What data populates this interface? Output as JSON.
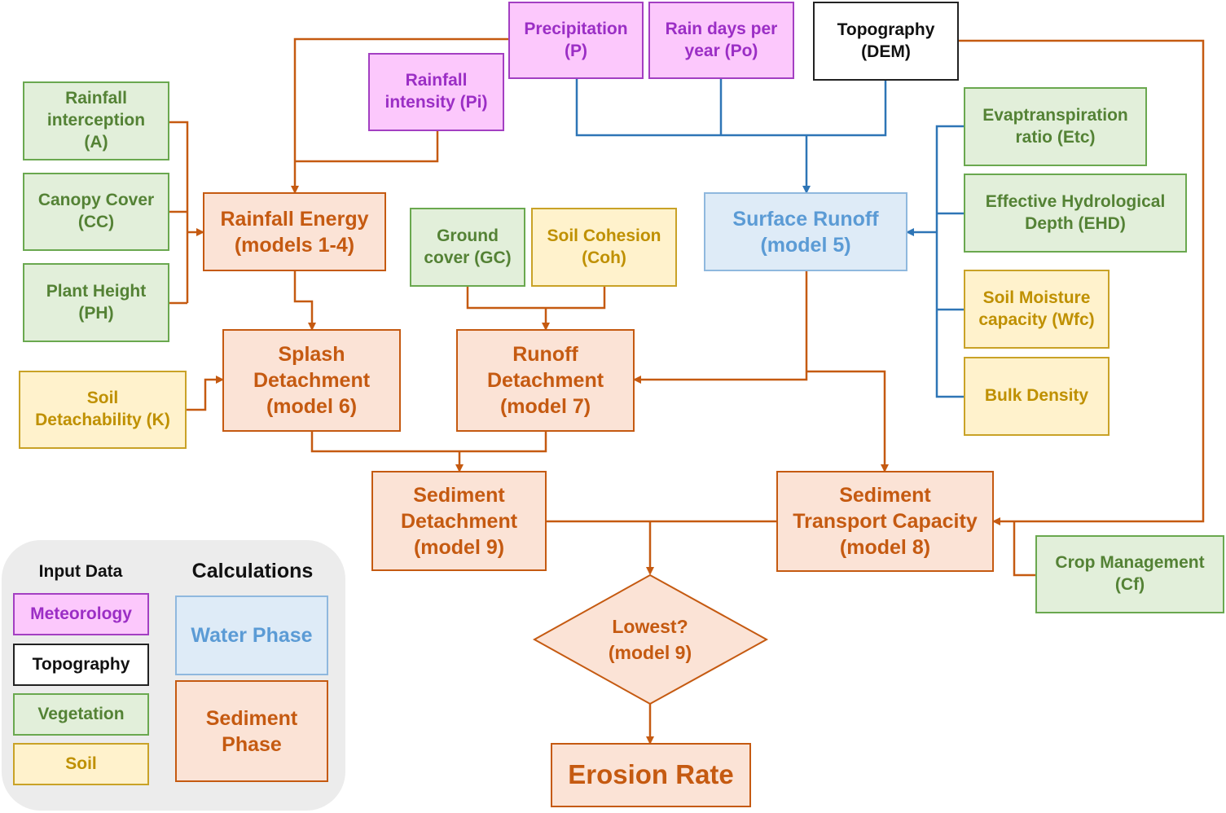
{
  "nodes": {
    "precipitation": "Precipitation\n(P)",
    "rain_days": "Rain days per\nyear (Po)",
    "topography": "Topography\n(DEM)",
    "rainfall_intensity": "Rainfall\nintensity (Pi)",
    "rainfall_interception": "Rainfall\ninterception\n(A)",
    "canopy_cover": "Canopy Cover\n(CC)",
    "plant_height": "Plant Height\n(PH)",
    "soil_detachability": "Soil\nDetachability (K)",
    "rainfall_energy": "Rainfall Energy\n(models 1-4)",
    "ground_cover": "Ground\ncover (GC)",
    "soil_cohesion": "Soil Cohesion\n(Coh)",
    "surface_runoff": "Surface Runoff\n(model 5)",
    "evapotranspiration": "Evaptranspiration\nratio (Etc)",
    "effective_hydrological_depth": "Effective Hydrological\nDepth (EHD)",
    "soil_moisture": "Soil Moisture\ncapacity (Wfc)",
    "bulk_density": "Bulk Density",
    "splash_detachment": "Splash\nDetachment\n(model 6)",
    "runoff_detachment": "Runoff\nDetachment\n(model 7)",
    "sediment_detachment": "Sediment\nDetachment\n(model 9)",
    "sediment_transport": "Sediment\nTransport Capacity\n(model 8)",
    "crop_management": "Crop Management\n(Cf)",
    "lowest": "Lowest?\n(model 9)",
    "erosion_rate": "Erosion Rate"
  },
  "legend": {
    "input_header": "Input Data",
    "calc_header": "Calculations",
    "meteorology": "Meteorology",
    "topography": "Topography",
    "vegetation": "Vegetation",
    "soil": "Soil",
    "water_phase": "Water Phase",
    "sediment_phase": "Sediment\nPhase"
  },
  "colors": {
    "meteorology_fill": "#fcc8fc",
    "meteorology_text": "#9b2ec5",
    "vegetation_fill": "#e2efda",
    "vegetation_text": "#548235",
    "soil_fill": "#fff2cc",
    "soil_text": "#bf9000",
    "water_fill": "#deebf7",
    "water_text": "#5b9bd5",
    "sediment_fill": "#fbe3d6",
    "sediment_text": "#c55a11",
    "water_connector": "#2e75b6",
    "sediment_connector": "#c55a11",
    "legend_background": "#ececec"
  }
}
